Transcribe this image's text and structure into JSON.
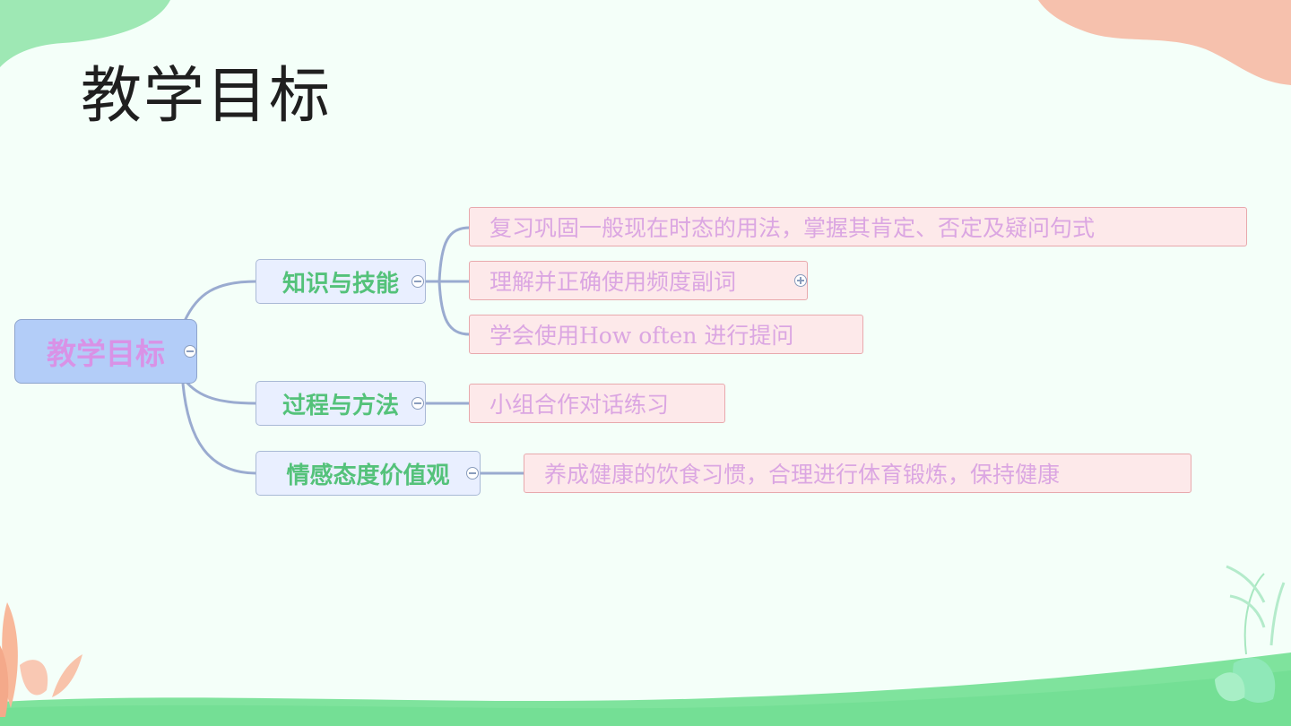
{
  "slide": {
    "title": "教学目标"
  },
  "mindmap": {
    "root": "教学目标",
    "branches": [
      {
        "label": "知识与技能",
        "items": [
          "复习巩固一般现在时态的用法，掌握其肯定、否定及疑问句式",
          "理解并正确使用频度副词",
          "学会使用How often 进行提问"
        ]
      },
      {
        "label": "过程与方法",
        "items": [
          "小组合作对话练习"
        ]
      },
      {
        "label": "情感态度价值观",
        "items": [
          "养成健康的饮食习惯，合理进行体育锻炼，保持健康"
        ]
      }
    ]
  },
  "colors": {
    "root_fill": "#b3cdf8",
    "root_text": "#d992e6",
    "branch_fill": "#e9efff",
    "branch_text": "#54c27a",
    "leaf_fill": "#fde9ea",
    "leaf_border": "#e8a9ad",
    "leaf_text": "#dba6e2",
    "connector": "#9aabd0"
  }
}
